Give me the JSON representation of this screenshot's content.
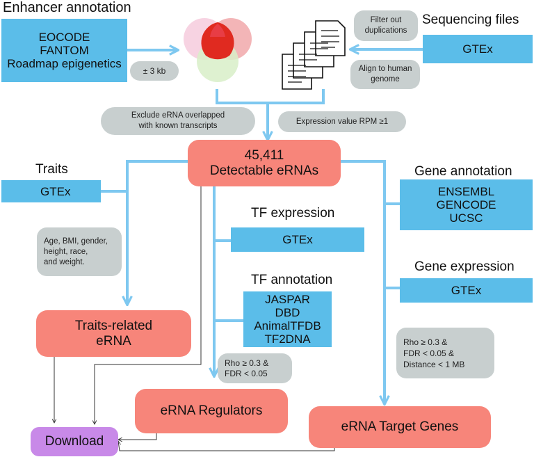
{
  "enhancer": {
    "heading": "Enhancer annotation",
    "sources": [
      "EOCODE",
      "FANTOM",
      "Roadmap epigenetics"
    ],
    "window_note": "± 3 kb"
  },
  "sequencing": {
    "heading": "Sequencing files",
    "source": "GTEx",
    "filter_note": [
      "Filter out",
      "duplications"
    ],
    "align_note": [
      "Align to human",
      "genome"
    ]
  },
  "filters": {
    "exclude_note": [
      "Exclude eRNA overlapped",
      "with known transcripts"
    ],
    "expression_note": "Expression value RPM ≥1"
  },
  "core": {
    "count": "45,411",
    "label": "Detectable eRNAs"
  },
  "traits": {
    "heading": "Traits",
    "source": "GTEx",
    "list_note": [
      "Age, BMI, gender,",
      "height, race,",
      "and weight."
    ],
    "output": [
      "Traits-related",
      "eRNA"
    ]
  },
  "tf_expression": {
    "heading": "TF expression",
    "source": "GTEx"
  },
  "tf_annotation": {
    "heading": "TF annotation",
    "sources": [
      "JASPAR",
      "DBD",
      "AnimalTFDB",
      "TF2DNA"
    ]
  },
  "regulators": {
    "criteria": [
      "Rho ≥ 0.3 &",
      "FDR < 0.05"
    ],
    "output": "eRNA Regulators"
  },
  "gene_annotation": {
    "heading": "Gene annotation",
    "sources": [
      "ENSEMBL",
      "GENCODE",
      "UCSC"
    ]
  },
  "gene_expression": {
    "heading": "Gene expression",
    "source": "GTEx"
  },
  "targets": {
    "criteria": [
      "Rho ≥ 0.3 &",
      "FDR < 0.05 &",
      "Distance < 1 MB"
    ],
    "output": "eRNA Target Genes"
  },
  "download": {
    "label": "Download"
  },
  "colors": {
    "source_box": "#5bbde9",
    "note_box": "#c8cfcf",
    "result_box": "#f7857a",
    "download_box": "#c889e8",
    "arrow": "#7ec8f0"
  },
  "icons": [
    "venn-diagram-icon",
    "document-stack-icon"
  ]
}
